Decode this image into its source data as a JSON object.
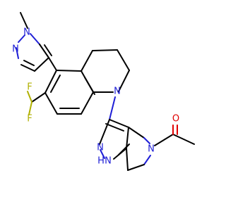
{
  "structure": {
    "atoms": {
      "methyl_n_label": "N",
      "pyrazole_n_label": "N",
      "quinoline_n_label": "N",
      "indazole_n_label": "N",
      "indazole_nh_label": "N",
      "indazole_h_label": "H",
      "piperidine_n_label": "N",
      "carbonyl_o_label": "O",
      "fluorine_1_label": "F",
      "fluorine_2_label": "F"
    },
    "colors": {
      "carbon": "#000000",
      "nitrogen": "#1f1fd6",
      "oxygen": "#e00000",
      "fluorine": "#b0b000"
    }
  }
}
